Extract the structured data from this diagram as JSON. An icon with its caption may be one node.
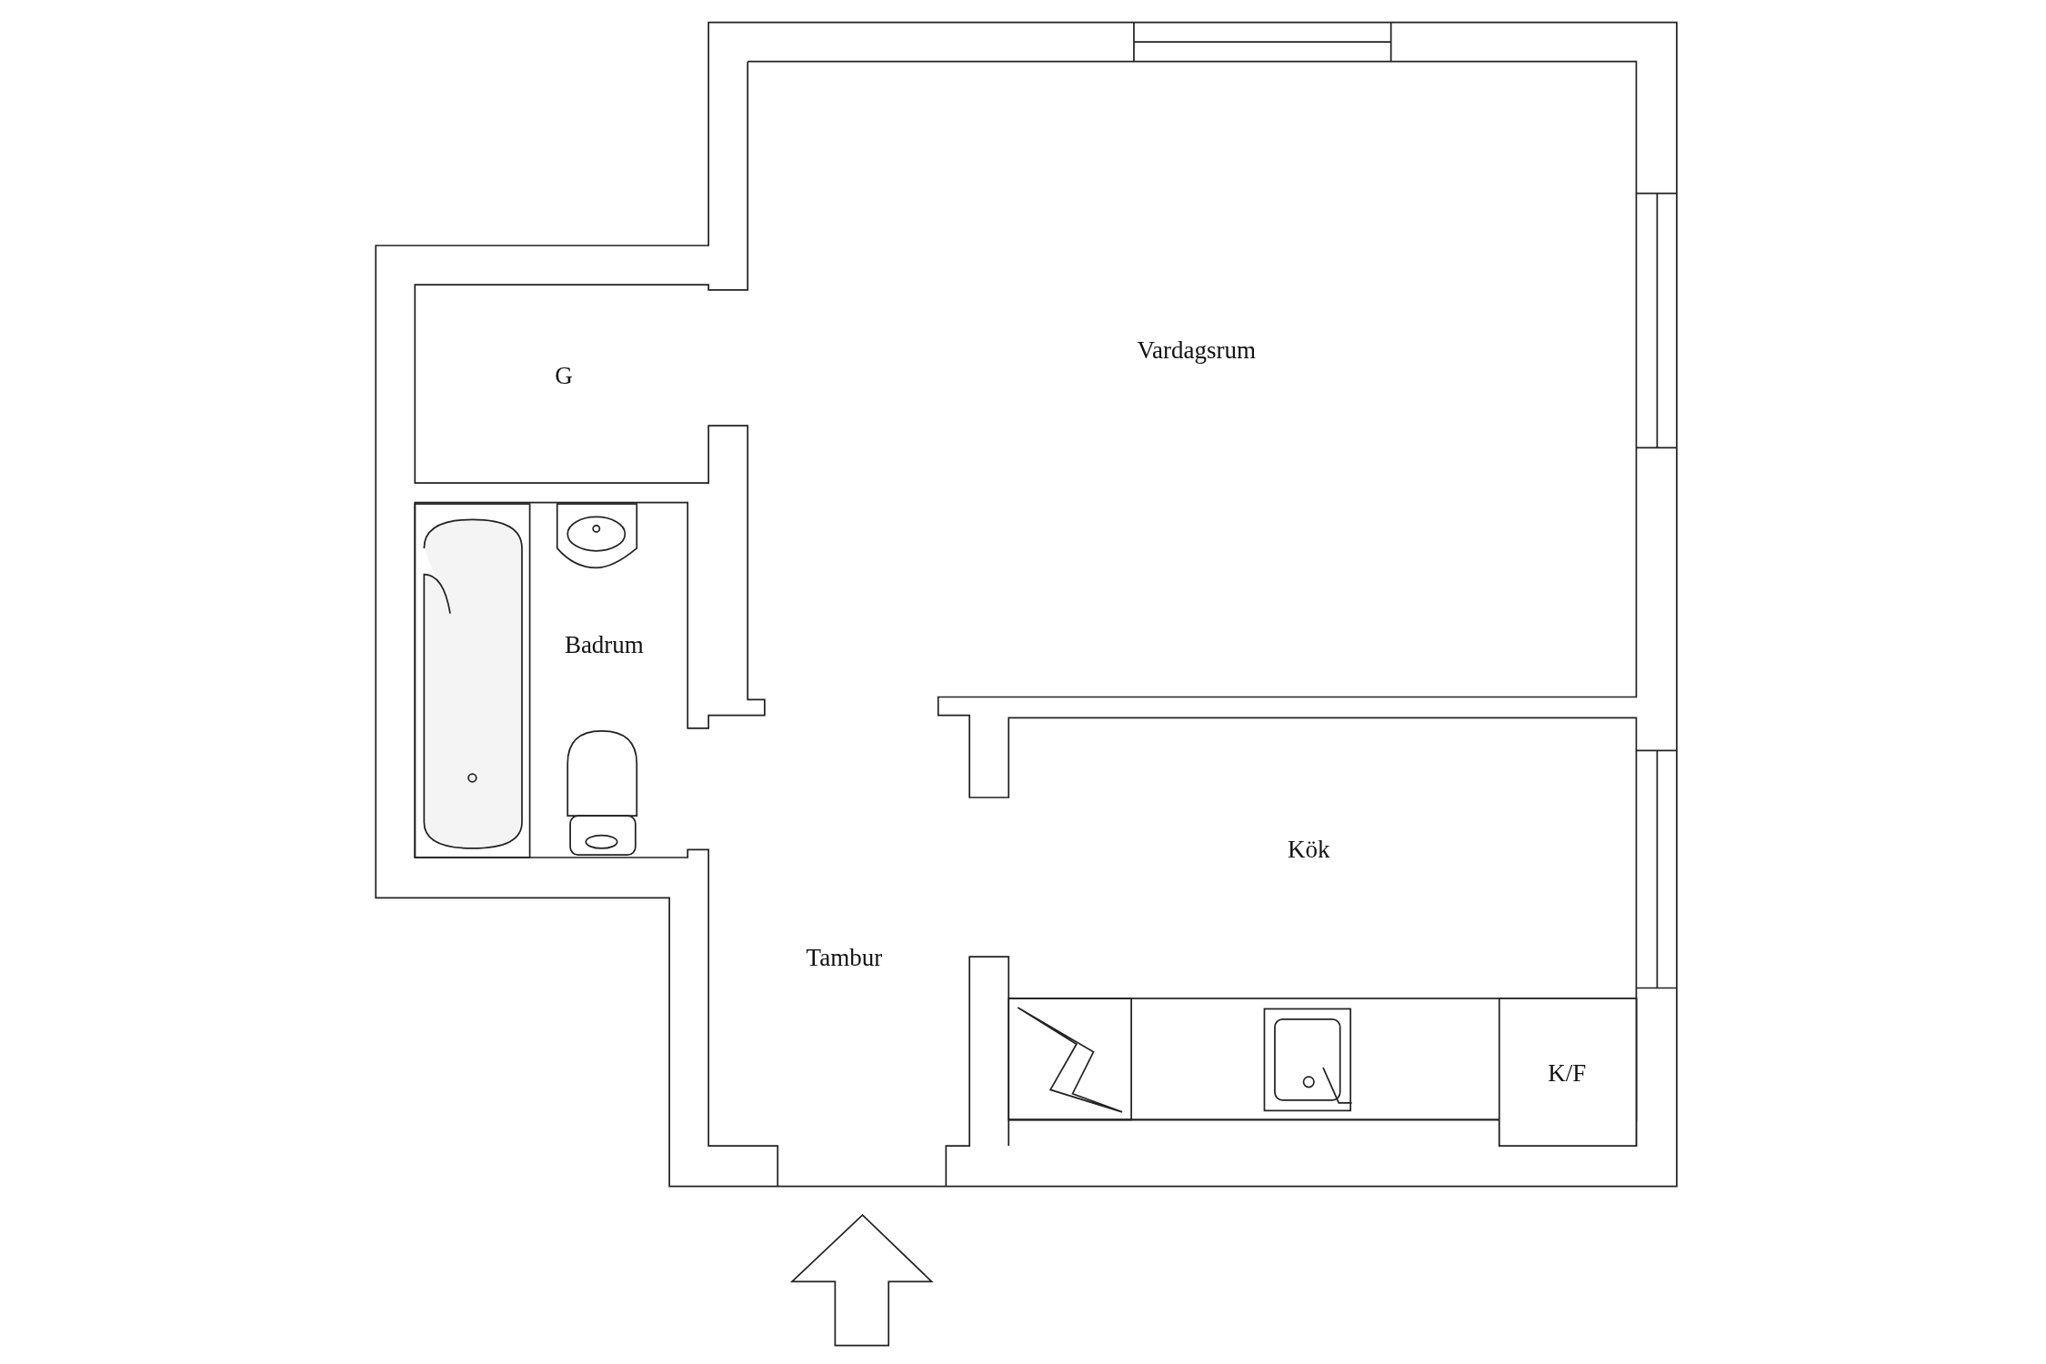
{
  "diagram": {
    "labels": [
      "G",
      "Vardagsrum",
      "Badrum",
      "Kök",
      "Tambur",
      "K/F"
    ]
  }
}
